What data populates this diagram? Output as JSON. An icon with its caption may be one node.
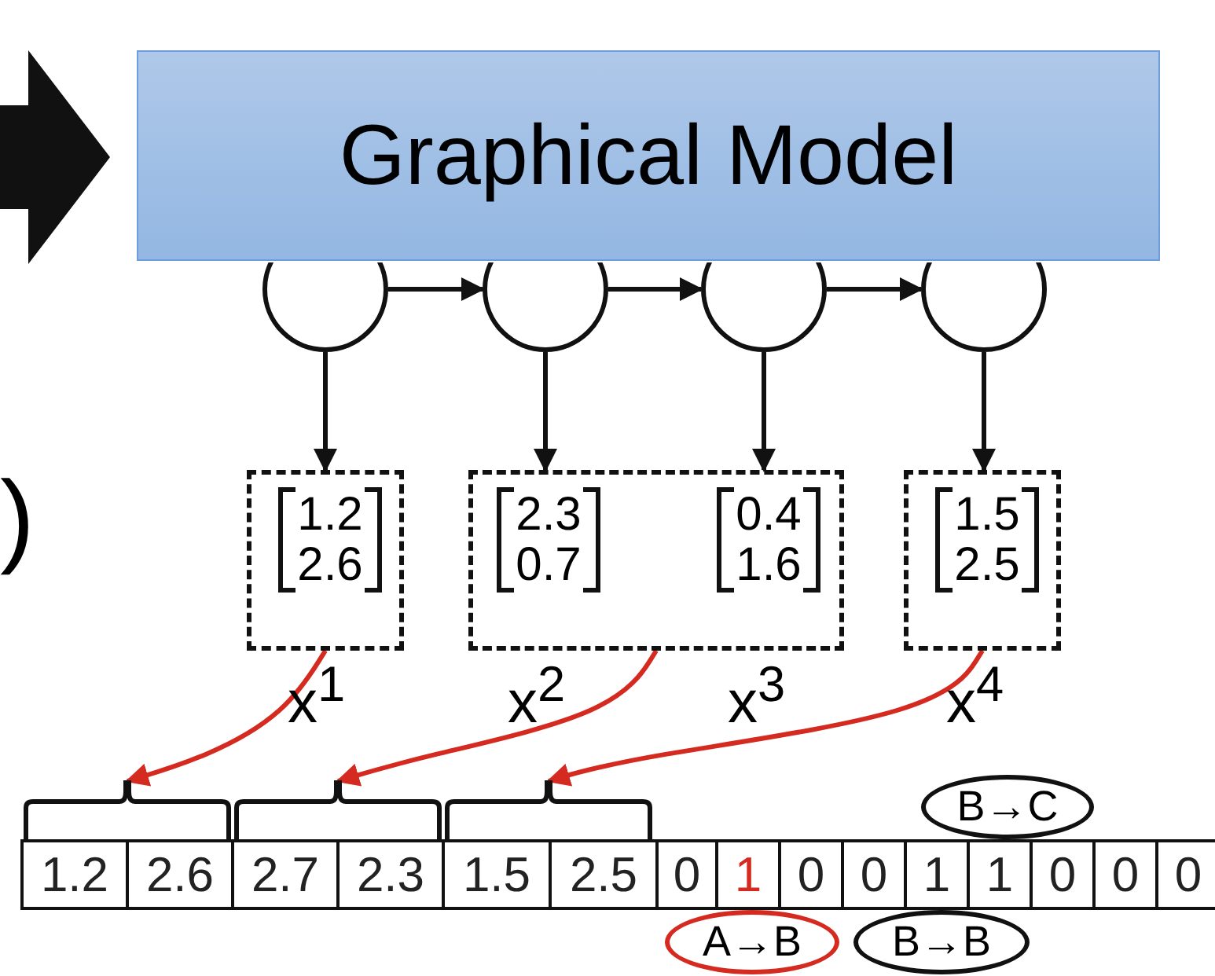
{
  "diagram": {
    "nodes": [
      {
        "text": [
          "Graphical Model"
        ]
      },
      {
        "text": [],
        "shape": "circle"
      },
      {
        "text": [],
        "shape": "circle"
      },
      {
        "text": [],
        "shape": "circle"
      },
      {
        "text": [],
        "shape": "circle"
      },
      {
        "text": [
          "1.2 2.6"
        ],
        "beside": [
          "x$^{1}$"
        ]
      },
      {
        "text": [
          "2.3 0.7",
          "0.4 1.6"
        ],
        "beside": [
          "x$^{2}$",
          "x$^{3}$"
        ]
      },
      {
        "text": [
          "1.5 2.5"
        ],
        "beside": [
          "x$^{4}$"
        ]
      },
      {
        "text": [],
        "shape": "bracket"
      },
      {
        "text": [],
        "shape": "bracket"
      },
      {
        "text": [],
        "shape": "bracket"
      },
      {
        "text": [
          "B→C"
        ]
      },
      {
        "text": [
          "A→B"
        ]
      },
      {
        "text": [
          "B→B"
        ]
      }
    ],
    "edges": [
      {
        "from": null,
        "to": 0,
        "arrow": "to",
        "style": "thick"
      },
      {
        "from": 1,
        "to": 2,
        "arrow": "to"
      },
      {
        "from": 2,
        "to": 3,
        "arrow": "to"
      },
      {
        "from": 3,
        "to": 4,
        "arrow": "to"
      },
      {
        "from": 1,
        "to": 5,
        "arrow": "to"
      },
      {
        "from": 2,
        "to": 6,
        "arrow": "to"
      },
      {
        "from": 3,
        "to": 6,
        "arrow": "to"
      },
      {
        "from": 4,
        "to": 7,
        "arrow": "to"
      },
      {
        "from": 5,
        "to": 8,
        "arrow": "to",
        "color": "#d42a20"
      },
      {
        "from": 6,
        "to": 9,
        "arrow": "to",
        "color": "#d42a20"
      },
      {
        "from": 7,
        "to": 10,
        "arrow": "to",
        "color": "#d42a20"
      }
    ],
    "labels": [
      ")",
      "1.2",
      "2.6",
      "2.7",
      "2.3",
      "1.5",
      "2.5",
      "0",
      "1",
      "0",
      "0",
      "1",
      "1",
      "0",
      "0",
      "0"
    ]
  }
}
